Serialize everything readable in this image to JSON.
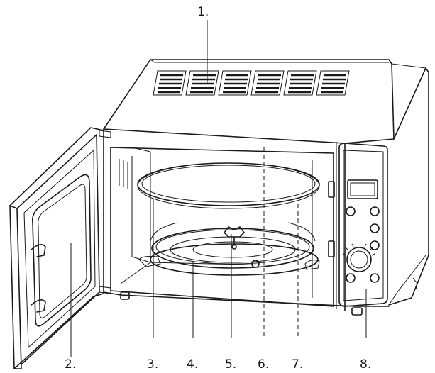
{
  "labels": {
    "l1": "1.",
    "l2": "2.",
    "l3": "3.",
    "l4": "4.",
    "l5": "5.",
    "l6": "6.",
    "l7": "7.",
    "l8": "8."
  },
  "colors": {
    "line": "#1a1a1a",
    "background": "#ffffff"
  }
}
